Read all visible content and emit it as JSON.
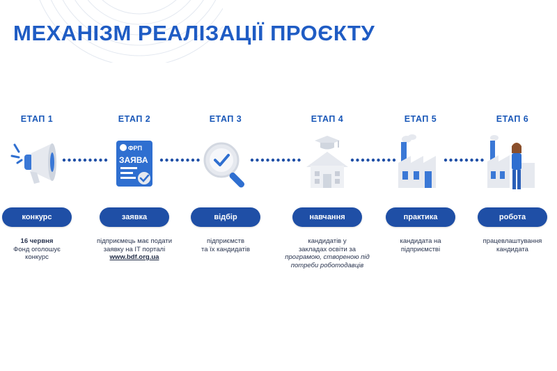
{
  "title": "МЕХАНІЗМ РЕАЛІЗАЦІЇ ПРОЄКТУ",
  "colors": {
    "accent": "#1f5cc4",
    "pill": "#1f4fa6",
    "icon_light": "#dfe3ea",
    "icon_blue": "#3a78d6"
  },
  "stages": [
    {
      "label": "ЕТАП 1",
      "pill": "конкурс",
      "icon": "megaphone-icon",
      "desc": [
        "16 червня",
        "Фонд оголошує",
        "конкурс"
      ]
    },
    {
      "label": "ЕТАП 2",
      "pill": "заявка",
      "icon": "application-form-icon",
      "icon_text": "ЗАЯВА",
      "logo_text": "ФРП",
      "desc": [
        "підприємець має подати",
        "заявку на ІТ порталі",
        "www.bdf.org.ua"
      ]
    },
    {
      "label": "ЕТАП 3",
      "pill": "відбір",
      "icon": "magnifier-check-icon",
      "desc": [
        "підприємств",
        "та їх кандидатів"
      ]
    },
    {
      "label": "ЕТАП 4",
      "pill": "навчання",
      "icon": "school-graduation-icon",
      "desc": [
        "кандидатів у",
        "закладах освіти за",
        "програмою, створеною під",
        "потреби роботодавців"
      ]
    },
    {
      "label": "ЕТАП 5",
      "pill": "практика",
      "icon": "factory-icon",
      "desc": [
        "кандидата на",
        "підприємстві"
      ]
    },
    {
      "label": "ЕТАП 6",
      "pill": "робота",
      "icon": "factory-worker-icon",
      "desc": [
        "працевлаштування",
        "кандидата"
      ]
    }
  ]
}
